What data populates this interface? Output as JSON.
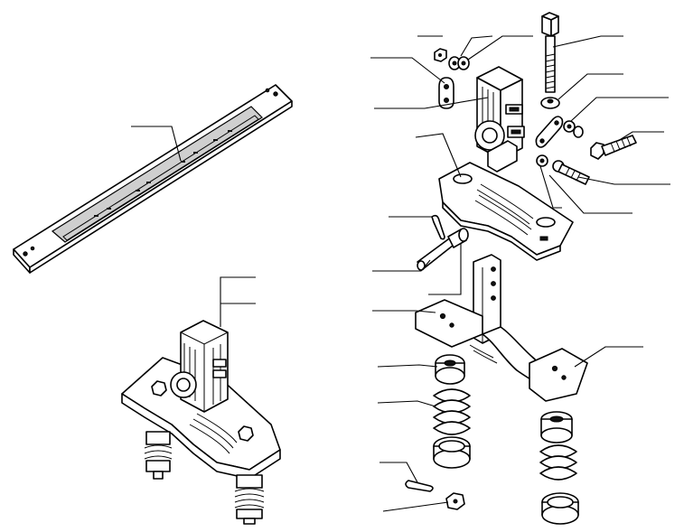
{
  "figure": {
    "parts": [
      {
        "id": "rail",
        "icon": "slotted-bar-icon"
      },
      {
        "id": "bogie-assembly",
        "icon": "assembled-bracket-icon"
      },
      {
        "id": "bolt-long",
        "icon": "bolt-icon"
      },
      {
        "id": "pivot-block",
        "icon": "bearing-block-icon"
      },
      {
        "id": "link-plate",
        "icon": "link-plate-icon"
      },
      {
        "id": "bracket-plate",
        "icon": "bracket-plate-icon"
      },
      {
        "id": "pin-split",
        "icon": "split-pin-icon"
      },
      {
        "id": "clevis-pin",
        "icon": "clevis-pin-icon"
      },
      {
        "id": "z-arm",
        "icon": "z-arm-icon"
      },
      {
        "id": "spring-upper-cap",
        "icon": "spring-cap-icon"
      },
      {
        "id": "spring",
        "icon": "coil-spring-icon"
      },
      {
        "id": "spring-lower-cup",
        "icon": "spring-cup-icon"
      },
      {
        "id": "castle-nut",
        "icon": "castle-nut-icon"
      },
      {
        "id": "spring-right-set",
        "icon": "spring-stack-icon"
      }
    ]
  }
}
